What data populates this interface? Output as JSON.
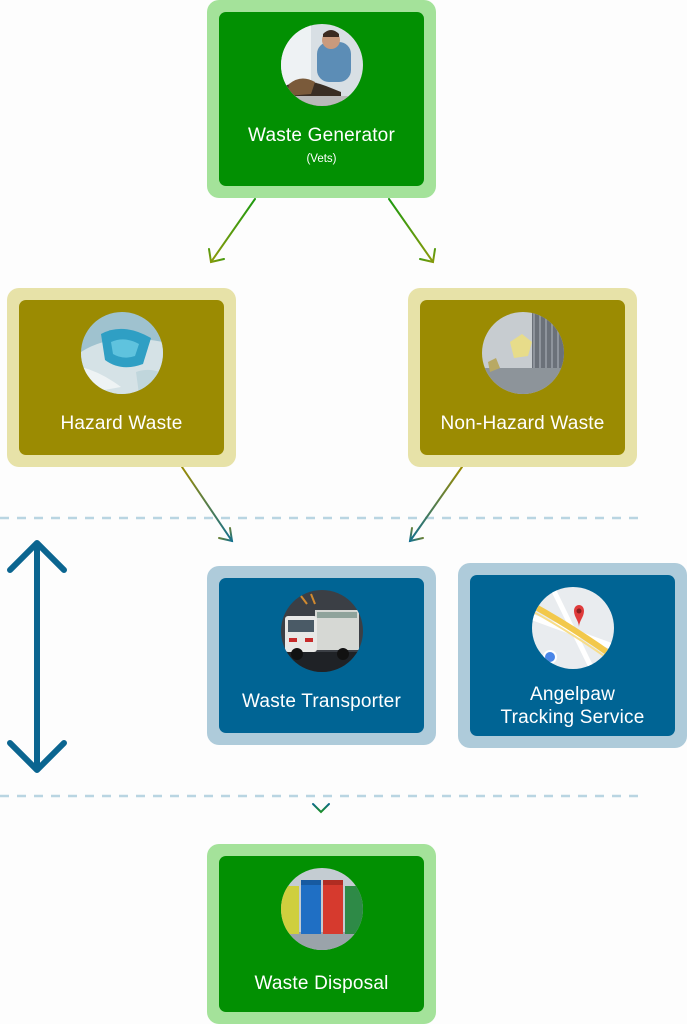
{
  "nodes": {
    "generator": {
      "title": "Waste Generator",
      "subtitle": "(Vets)",
      "photo_icon": "veterinarian-photo-icon"
    },
    "hazard": {
      "title": "Hazard Waste",
      "photo_icon": "medical-waste-photo-icon"
    },
    "non_hazard": {
      "title": "Non-Hazard Waste",
      "photo_icon": "paper-waste-photo-icon"
    },
    "transporter": {
      "title": "Waste Transporter",
      "photo_icon": "truck-photo-icon"
    },
    "tracking": {
      "title_line1": "Angelpaw",
      "title_line2": "Tracking Service",
      "photo_icon": "map-pin-icon"
    },
    "disposal": {
      "title": "Waste Disposal",
      "photo_icon": "bins-photo-icon"
    }
  },
  "colors": {
    "green_outer": "#a4e29a",
    "green_inner": "#029002",
    "olive_outer": "#e7e2a8",
    "olive_inner": "#9b8b02",
    "blue_outer": "#aecbda",
    "blue_inner": "#006494",
    "dashed_line": "#b9d5e2"
  }
}
